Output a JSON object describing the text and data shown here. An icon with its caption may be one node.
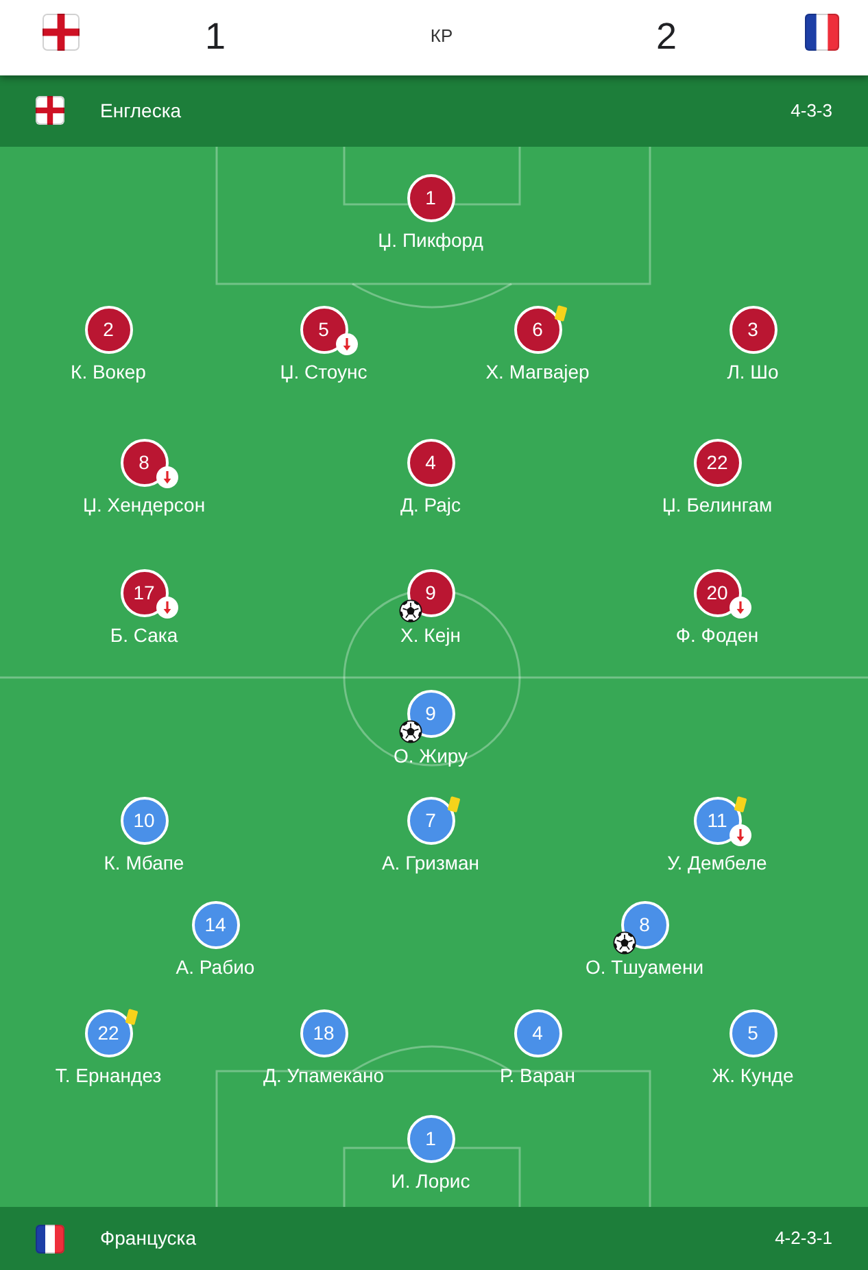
{
  "diagram": {
    "nodes": [
      {
        "text": [
          "Енглеска",
          "4-3-3"
        ]
      },
      {
        "text": [
          "1",
          "Џ. Пикфорд"
        ]
      },
      {
        "text": [
          "2",
          "К. Вокер"
        ]
      },
      {
        "text": [
          "5",
          "Џ. Стоунс"
        ]
      },
      {
        "text": [
          "6",
          "Х. Магвајер"
        ]
      },
      {
        "text": [
          "3",
          "Л. Шо"
        ]
      },
      {
        "text": [
          "8",
          "Џ. Хендерсон"
        ]
      },
      {
        "text": [
          "4",
          "Д. Рајс"
        ]
      },
      {
        "text": [
          "22",
          "Џ. Белингам"
        ]
      },
      {
        "text": [
          "17",
          "Б. Сака"
        ]
      },
      {
        "text": [
          "9",
          "Х. Кејн"
        ]
      },
      {
        "text": [
          "20",
          "Ф. Фоден"
        ]
      },
      {
        "text": [
          "9",
          "О. Жиру"
        ]
      },
      {
        "text": [
          "10",
          "К. Мбапе"
        ]
      },
      {
        "text": [
          "7",
          "А. Гризман"
        ]
      },
      {
        "text": [
          "11",
          "У. Дембеле"
        ]
      },
      {
        "text": [
          "14",
          "А. Рабио"
        ]
      },
      {
        "text": [
          "8",
          "О. Тшуамени"
        ]
      },
      {
        "text": [
          "22",
          "Т. Ернандез"
        ]
      },
      {
        "text": [
          "18",
          "Д. Упамекано"
        ]
      },
      {
        "text": [
          "4",
          "Р. Варан"
        ]
      },
      {
        "text": [
          "5",
          "Ж. Кунде"
        ]
      },
      {
        "text": [
          "1",
          "И. Лорис"
        ]
      },
      {
        "text": [
          "Француска",
          "4-2-3-1"
        ]
      }
    ],
    "labels": [
      "1",
      "КР",
      "2"
    ]
  }
}
